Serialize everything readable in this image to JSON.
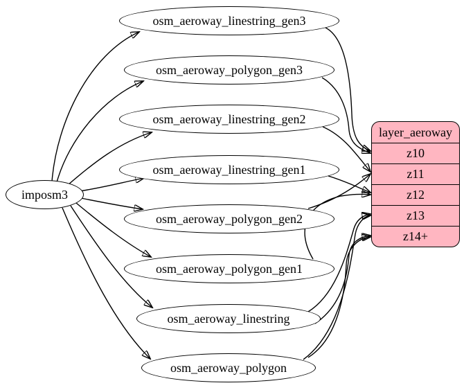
{
  "diagram": {
    "source_node": {
      "label": "imposm3"
    },
    "table_nodes": [
      {
        "label": "osm_aeroway_linestring_gen3"
      },
      {
        "label": "osm_aeroway_polygon_gen3"
      },
      {
        "label": "osm_aeroway_linestring_gen2"
      },
      {
        "label": "osm_aeroway_linestring_gen1"
      },
      {
        "label": "osm_aeroway_polygon_gen2"
      },
      {
        "label": "osm_aeroway_polygon_gen1"
      },
      {
        "label": "osm_aeroway_linestring"
      },
      {
        "label": "osm_aeroway_polygon"
      }
    ],
    "record_node": {
      "title": "layer_aeroway",
      "rows": [
        "z10",
        "z11",
        "z12",
        "z13",
        "z14+"
      ],
      "fill_color": "#ffb6c1",
      "border_color": "#000000"
    },
    "edge_color": "#000000",
    "background_color": "#ffffff",
    "edges": [
      {
        "from": "imposm3",
        "to": "osm_aeroway_linestring_gen3"
      },
      {
        "from": "imposm3",
        "to": "osm_aeroway_polygon_gen3"
      },
      {
        "from": "imposm3",
        "to": "osm_aeroway_linestring_gen2"
      },
      {
        "from": "imposm3",
        "to": "osm_aeroway_linestring_gen1"
      },
      {
        "from": "imposm3",
        "to": "osm_aeroway_polygon_gen2"
      },
      {
        "from": "imposm3",
        "to": "osm_aeroway_polygon_gen1"
      },
      {
        "from": "imposm3",
        "to": "osm_aeroway_linestring"
      },
      {
        "from": "imposm3",
        "to": "osm_aeroway_polygon"
      },
      {
        "from": "osm_aeroway_linestring_gen3",
        "to": "layer_aeroway:z10"
      },
      {
        "from": "osm_aeroway_polygon_gen3",
        "to": "layer_aeroway:z10"
      },
      {
        "from": "osm_aeroway_linestring_gen2",
        "to": "layer_aeroway:z11"
      },
      {
        "from": "osm_aeroway_polygon_gen2",
        "to": "layer_aeroway:z11"
      },
      {
        "from": "osm_aeroway_linestring_gen1",
        "to": "layer_aeroway:z12"
      },
      {
        "from": "osm_aeroway_polygon_gen1",
        "to": "layer_aeroway:z12"
      },
      {
        "from": "osm_aeroway_linestring",
        "to": "layer_aeroway:z13"
      },
      {
        "from": "osm_aeroway_polygon",
        "to": "layer_aeroway:z13"
      },
      {
        "from": "osm_aeroway_linestring",
        "to": "layer_aeroway:z14+"
      },
      {
        "from": "osm_aeroway_polygon",
        "to": "layer_aeroway:z14+"
      }
    ]
  }
}
